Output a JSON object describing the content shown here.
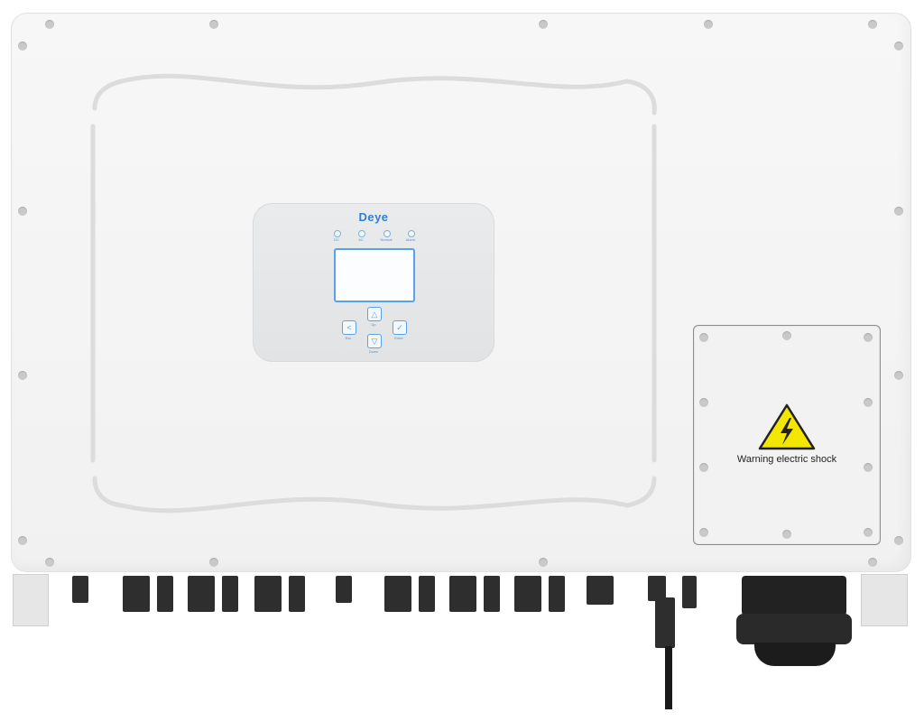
{
  "brand": {
    "logo_text": "Deye",
    "accent_color": "#2f7ed8"
  },
  "indicators": [
    {
      "label": "DC"
    },
    {
      "label": "AC"
    },
    {
      "label": "Normal"
    },
    {
      "label": "Alarm"
    }
  ],
  "keys": [
    {
      "label": "Esc",
      "glyph": "<"
    },
    {
      "label": "Up",
      "glyph": "△"
    },
    {
      "label": "Enter",
      "glyph": "✓"
    },
    {
      "label": "Down",
      "glyph": "▽"
    }
  ],
  "warning": {
    "icon": "high-voltage-warning-icon",
    "text": "Warning electric shock",
    "color": "#f3e600"
  },
  "colors": {
    "housing": "#f3f3f3",
    "connectors": "#2e2e2e",
    "lcd_frame": "#5aa2e8"
  }
}
